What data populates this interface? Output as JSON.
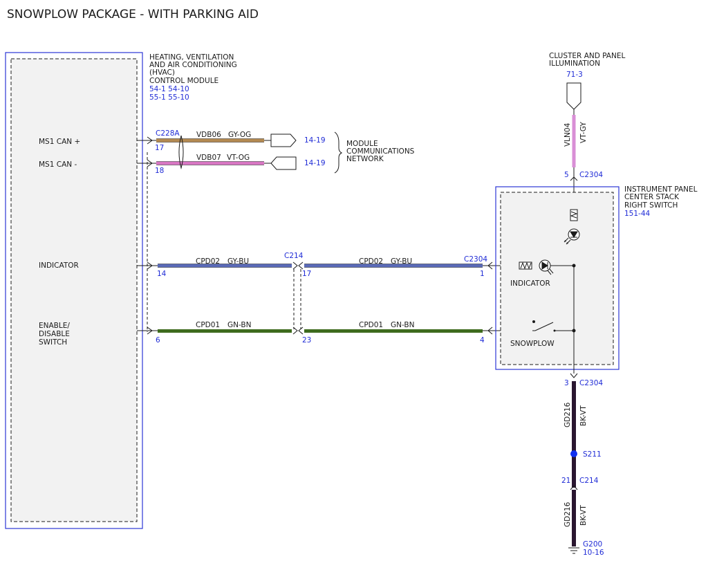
{
  "title": "SNOWPLOW PACKAGE - WITH PARKING AID",
  "hvac": {
    "name_lines": [
      "HEATING, VENTILATION",
      "AND AIR CONDITIONING",
      "(HVAC)",
      "CONTROL MODULE"
    ],
    "refs": [
      "54-1   54-10",
      "55-1   55-10"
    ],
    "pins": {
      "ms1_can_plus": "MS1 CAN +",
      "ms1_can_minus": "MS1 CAN -",
      "indicator": "INDICATOR",
      "enable_lines": [
        "ENABLE/",
        "DISABLE",
        "SWITCH"
      ]
    }
  },
  "can": {
    "connector": "C228A",
    "pin_plus": "17",
    "pin_minus": "18",
    "wire_plus": {
      "circuit": "VDB06",
      "color": "GY-OG",
      "hex": "#b48a52"
    },
    "wire_minus": {
      "circuit": "VDB07",
      "color": "VT-OG",
      "hex": "#d977c4"
    },
    "ref_plus": "14-19",
    "ref_minus": "14-19",
    "network_lines": [
      "MODULE",
      "COMMUNICATIONS",
      "NETWORK"
    ]
  },
  "indicator_circuit": {
    "circuit": "CPD02",
    "color": "GY-BU",
    "hex": "#5a6ab8",
    "hvac_pin": "14",
    "inline_connector": "C214",
    "inline_pin": "17",
    "switch_connector": "C2304",
    "switch_pin": "1"
  },
  "enable_circuit": {
    "circuit": "CPD01",
    "color": "GN-BN",
    "hex": "#3e6b1e",
    "hvac_pin": "6",
    "inline_pin": "23",
    "switch_pin": "4"
  },
  "illumination": {
    "name_lines": [
      "CLUSTER AND PANEL",
      "ILLUMINATION"
    ],
    "ref": "71-3",
    "circuit": "VLN04",
    "color": "VT-GY",
    "hex": "#d98fd6",
    "pin": "5",
    "connector": "C2304"
  },
  "switch_module": {
    "name_lines": [
      "INSTRUMENT PANEL",
      "CENTER STACK",
      "RIGHT SWITCH"
    ],
    "ref": "151-44",
    "indicator_label": "INDICATOR",
    "snowplow_label": "SNOWPLOW"
  },
  "ground": {
    "pin": "3",
    "connector": "C2304",
    "circuit": "GD216",
    "color": "BK-VT",
    "hex": "#2a1630",
    "splice": "S211",
    "inline_pin": "21",
    "inline_connector": "C214",
    "ground_point": "G200",
    "ground_ref": "10-16"
  },
  "colors": {
    "connector_blue": "#1f2bd6",
    "splice_blue": "#1030f0"
  }
}
